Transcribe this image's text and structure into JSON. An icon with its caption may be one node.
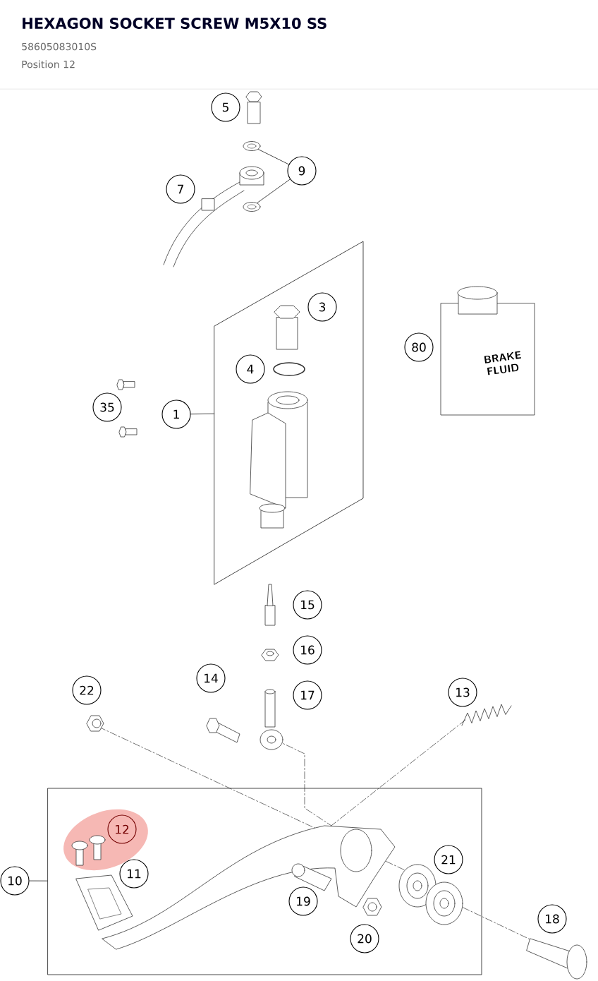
{
  "diagram": {
    "title": "HEXAGON SOCKET SCREW M5X10 SS",
    "nodes": [
      {
        "text": [
          "5"
        ]
      },
      {
        "text": [],
        "shape": "picture"
      },
      {
        "text": [
          "9"
        ]
      },
      {
        "text": [
          "7"
        ]
      },
      {
        "text": [],
        "shape": "picture"
      },
      {
        "text": [],
        "shape": "box"
      },
      {
        "text": [
          "3"
        ],
        "in": 5
      },
      {
        "text": [
          "80"
        ]
      },
      {
        "text": [
          "4"
        ],
        "in": 5
      },
      {
        "text": [
          "35"
        ]
      },
      {
        "text": [
          "1"
        ]
      },
      {
        "text": [
          "15"
        ]
      },
      {
        "text": [
          "16"
        ]
      },
      {
        "text": [
          "14"
        ]
      },
      {
        "text": [
          "22"
        ]
      },
      {
        "text": [
          "13"
        ]
      },
      {
        "text": [
          "17"
        ]
      },
      {
        "text": [],
        "shape": "box"
      },
      {
        "text": [
          "12"
        ],
        "in": 17
      },
      {
        "text": [
          "21"
        ],
        "in": 17
      },
      {
        "text": [
          "10"
        ]
      },
      {
        "text": [
          "11"
        ],
        "in": 17
      },
      {
        "text": [
          "19"
        ],
        "in": 17
      },
      {
        "text": [
          "18"
        ]
      },
      {
        "text": [
          "20"
        ],
        "in": 17
      }
    ],
    "edges": [
      {
        "from": 2,
        "to": 1,
        "arrow": "none"
      },
      {
        "from": 2,
        "to": 4,
        "arrow": "none"
      },
      {
        "from": 10,
        "to": 5,
        "arrow": "none"
      },
      {
        "from": 20,
        "to": 17,
        "arrow": "none"
      }
    ],
    "labels": [
      "58605083010S",
      "Position 12",
      "BRAKE FLUID"
    ]
  }
}
